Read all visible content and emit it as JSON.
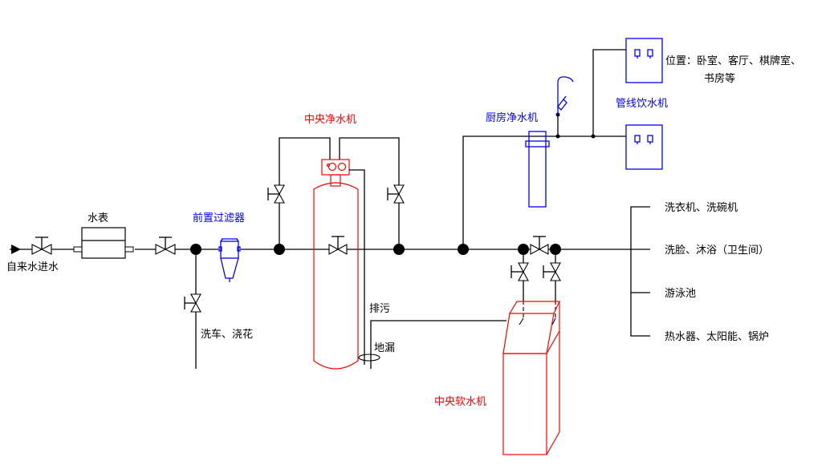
{
  "diagram": {
    "title": "Whole-house water treatment system diagram",
    "labels": {
      "inlet": "自来水进水",
      "water_meter": "水表",
      "prefilter": "前置过滤器",
      "car_wash": "洗车、浇花",
      "central_purifier": "中央净水机",
      "drain": "排污",
      "floor_drain": "地漏",
      "kitchen_purifier": "厨房净水机",
      "pipeline_dispenser": "管线饮水机",
      "location_line1": "位置：卧室、客厅、棋牌室、",
      "location_line2": "书房等",
      "central_softener": "中央软水机"
    },
    "outlets": [
      {
        "label": "洗衣机、洗碗机"
      },
      {
        "label": "洗脸、沐浴（卫生间）"
      },
      {
        "label": "游泳池"
      },
      {
        "label": "热水器、太阳能、锅炉"
      }
    ],
    "colors": {
      "pipe": "#000000",
      "central_equipment": "#ff0000",
      "point_of_use_equipment": "#0000ff"
    }
  }
}
